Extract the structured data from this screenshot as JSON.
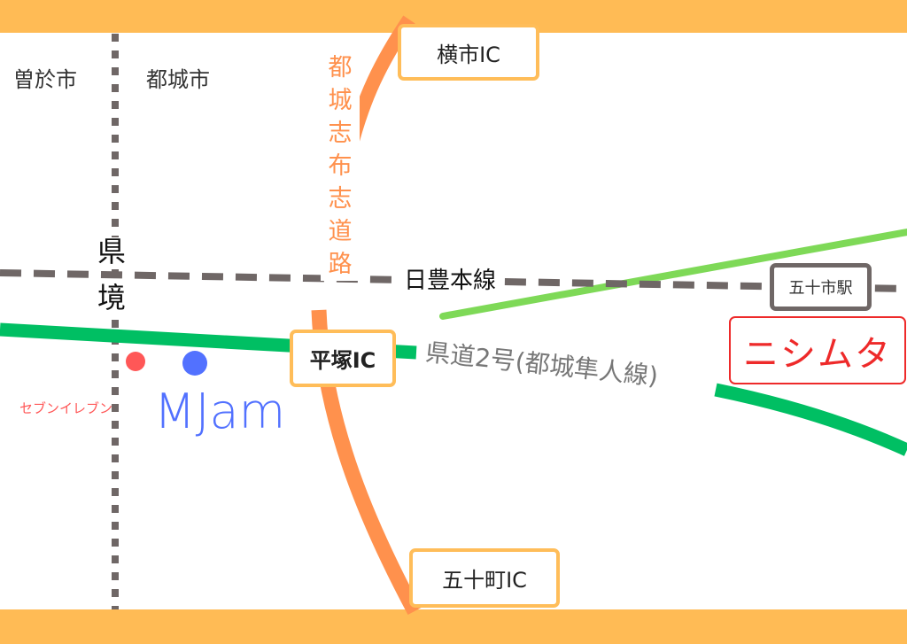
{
  "areas": {
    "soo": "曽於市",
    "miyakonojo": "都城市"
  },
  "border_label": {
    "line1": "県",
    "line2": "境"
  },
  "expressway": {
    "label": "都城志布志道路",
    "color": "#FF914D"
  },
  "interchanges": {
    "yokoichi": "横市IC",
    "hiratsuka": "平塚IC",
    "gojucho": "五十町IC"
  },
  "railway": {
    "label": "日豊本線",
    "station": "五十市駅",
    "color": "#6F6766"
  },
  "prefectural_road": {
    "label": "県道2号(都城隼人線)",
    "color": "#00BF63"
  },
  "shops": {
    "seven_eleven": "セブンイレブン",
    "mjam": "MJam",
    "nishimuta": "ニシムタ"
  },
  "colors": {
    "band": "#FFBB55",
    "seven": "#FF5757",
    "mjam": "#5271FF",
    "nishimuta": "#EE2A2A",
    "light_road": "#7ED957"
  }
}
